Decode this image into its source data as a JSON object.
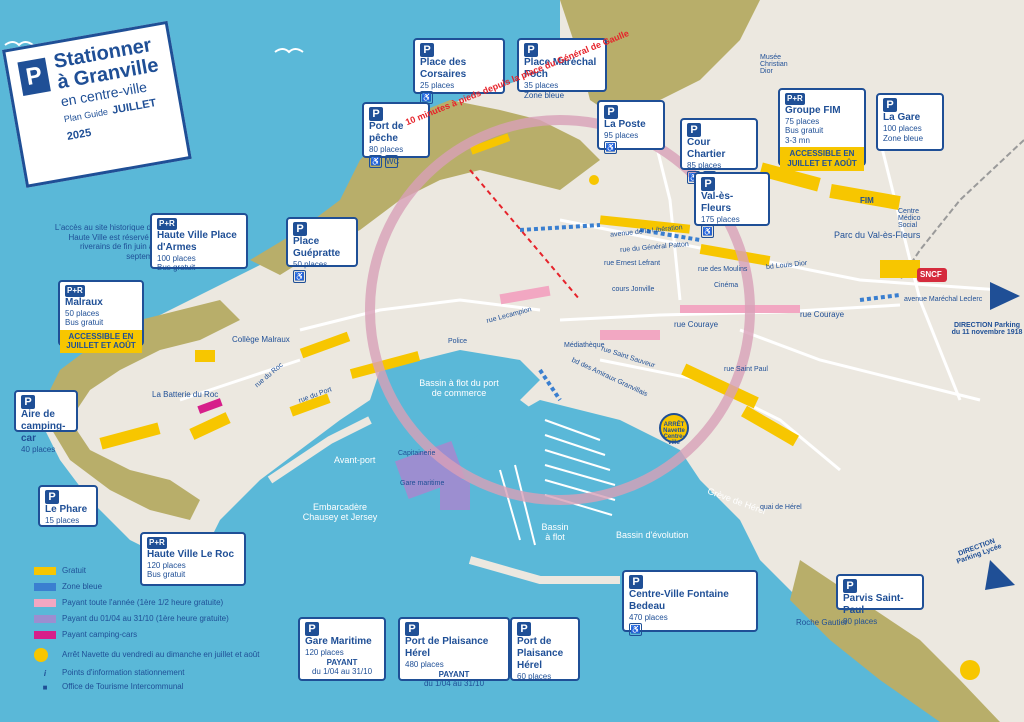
{
  "title": {
    "line1": "Stationner",
    "line2": "à Granville",
    "line3": "en centre-ville",
    "plan_guide": "Plan Guide",
    "date": "JUILLET 2025",
    "p_letter": "P"
  },
  "haute_ville_note": "L'accès au site historique de la Haute Ville est réservé aux riverains de fin juin à fin septembre",
  "colors": {
    "sea": "#5ab8d8",
    "land": "#e8e4dc",
    "green": "#b8b06a",
    "navy": "#1f4f96",
    "yellow": "#f7c600",
    "pink": "#f2a7c2",
    "purple": "#9c8ed0",
    "magenta": "#d61f8a"
  },
  "parkings": {
    "place_des_corsaires": {
      "name": "Place des Corsaires",
      "places": "25 places"
    },
    "place_marechal_foch": {
      "name": "Place Maréchal Foch",
      "places": "35 places",
      "zone": "Zone bleue"
    },
    "port_de_peche": {
      "name": "Port de pêche",
      "places": "80 places"
    },
    "la_poste": {
      "name": "La Poste",
      "places": "95 places"
    },
    "cour_chartier": {
      "name": "Cour Chartier",
      "places": "85 places"
    },
    "groupe_fim": {
      "name": "Groupe FIM",
      "places": "75 places",
      "bus": "Bus gratuit",
      "bus_time": "3-3 mn",
      "accessible": "ACCESSIBLE EN JUILLET ET AOÛT"
    },
    "la_gare": {
      "name": "La Gare",
      "places": "100 places",
      "zone": "Zone bleue"
    },
    "haute_ville_place_darmes": {
      "name": "Haute Ville Place d'Armes",
      "places": "100 places",
      "bus": "Bus gratuit"
    },
    "place_guepratte": {
      "name": "Place Guépratte",
      "places": "50 places"
    },
    "val_es_fleurs": {
      "name": "Val-ès-Fleurs",
      "places": "175 places"
    },
    "malraux": {
      "name": "Malraux",
      "places": "50 places",
      "bus": "Bus gratuit",
      "accessible": "ACCESSIBLE EN JUILLET ET AOÛT"
    },
    "aire_camping_car": {
      "name": "Aire de camping-car",
      "places": "40 places"
    },
    "le_phare": {
      "name": "Le Phare",
      "places": "15 places"
    },
    "haute_ville_le_roc": {
      "name": "Haute Ville Le Roc",
      "places": "120 places",
      "bus": "Bus gratuit"
    },
    "gare_maritime": {
      "name": "Gare Maritime",
      "places": "120 places",
      "payant": "PAYANT",
      "period": "du 1/04 au 31/10"
    },
    "port_plaisance_herel": {
      "name": "Port de Plaisance Hérel",
      "places": "480 places",
      "payant": "PAYANT",
      "period": "du 1/04 au 31/10"
    },
    "port_plaisance_herel2": {
      "name": "Port de Plaisance Hérel",
      "places": "60 places"
    },
    "centre_ville_fontaine_bedeau": {
      "name": "Centre-Ville Fontaine Bedeau",
      "places": "470 places"
    },
    "parvis_saint_paul": {
      "name": "Parvis Saint-Paul",
      "places": "80 places"
    }
  },
  "legend": [
    {
      "label": "Gratuit",
      "color": "#f7c600"
    },
    {
      "label": "Zone bleue",
      "color": "#3a7fd0"
    },
    {
      "label": "Payant toute l'année (1ère 1/2 heure gratuite)",
      "color": "#f2a7c2"
    },
    {
      "label": "Payant du 01/04 au 31/10 (1ère heure gratuite)",
      "color": "#9c8ed0"
    },
    {
      "label": "Payant camping-cars",
      "color": "#d61f8a"
    },
    {
      "label": "Arrêt Navette du vendredi au dimanche en juillet et août",
      "color": "#f7c600"
    },
    {
      "label": "Points d'information stationnement",
      "color": "#1f4f96"
    },
    {
      "label": "Office de Tourisme Intercommunal",
      "color": "#1f4f96"
    }
  ],
  "walk_label": "10 minutes à pieds depuis la place du Général de Gaulle",
  "water_labels": {
    "bassin_flot_commerce": "Bassin à flot du port de commerce",
    "avant_port": "Avant-port",
    "embarcadere": "Embarcadère Chausey et Jersey",
    "bassin_flot": "Bassin à flot",
    "bassin_evolution": "Bassin d'évolution",
    "greve_herel": "Grève de Hérel"
  },
  "place_labels": {
    "college_malraux": "Collège Malraux",
    "batterie_roc": "La Batterie du Roc",
    "parc_val_es_fleurs": "Parc du Val-ès-Fleurs",
    "cinema": "Cinéma",
    "mediatheque": "Médiathèque",
    "capitainerie": "Capitainerie",
    "gare_maritime_lbl": "Gare maritime",
    "roche_gautier": "Roche Gautier",
    "centre_medico": "Centre Médico Social",
    "musee_dior": "Musée Christian Dior",
    "fim": "FIM",
    "sncf": "SNCF",
    "police": "Police",
    "quai_herel": "quai de Hérel",
    "navette": "ARRÊT Navette Centre-ville"
  },
  "street_labels": {
    "av_liberation": "avenue de la Libération",
    "rue_couraye": "rue Couraye",
    "rue_couraye2": "rue Couraye",
    "rue_ernest_lefrant": "rue Ernest Lefrant",
    "rue_general_patton": "rue du Général Patton",
    "bd_louis_dior": "bd Louis Dior",
    "rue_des_moulins": "rue des Moulins",
    "rue_saint_sauveur": "rue Saint Sauveur",
    "av_marechal_leclerc": "avenue Maréchal Leclerc",
    "rue_saint_paul": "rue Saint Paul",
    "rue_lecampion": "rue Lecampion",
    "cours_jonville": "cours Jonville",
    "bd_des_amiraux": "bd des Amiraux Granvillais",
    "rue_du_port": "rue du Port",
    "rue_du_roc": "rue du Roc"
  },
  "directions": {
    "parking_11nov": "DIRECTION Parking du 11 novembre 1918",
    "parking_lycee": "DIRECTION Parking Lycée"
  }
}
